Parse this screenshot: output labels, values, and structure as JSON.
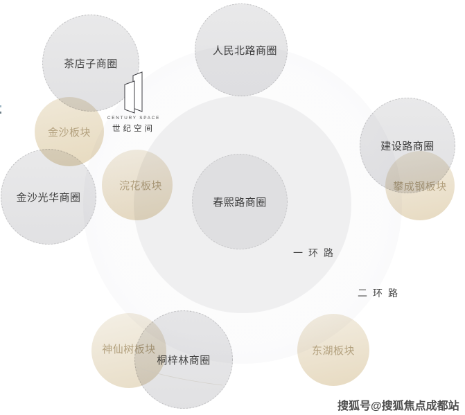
{
  "logo": {
    "icon": "century-space-towers",
    "en": "CENTURY SPACE",
    "cn": "世纪空间"
  },
  "districts": {
    "chadianzi": {
      "label": "茶店子商圈",
      "type": "business"
    },
    "renminbeilu": {
      "label": "人民北路商圈",
      "type": "business"
    },
    "jianshelu": {
      "label": "建设路商圈",
      "type": "business"
    },
    "jinshaguanghua": {
      "label": "金沙光华商圈",
      "type": "business"
    },
    "chunxilu": {
      "label": "春熙路商圈",
      "type": "business"
    },
    "tongzilin": {
      "label": "桐梓林商圈",
      "type": "business"
    },
    "jinsha": {
      "label": "金沙板块",
      "type": "plate"
    },
    "huanhua": {
      "label": "浣花板块",
      "type": "plate"
    },
    "panchenggang": {
      "label": "攀成钢板块",
      "type": "plate"
    },
    "shenxianshu": {
      "label": "神仙树板块",
      "type": "plate"
    },
    "donghu": {
      "label": "东湖板块",
      "type": "plate"
    }
  },
  "rings": {
    "ring1": "一环路",
    "ring2": "二环路"
  },
  "watermark": "搜狐号@搜狐焦点成都站",
  "colors": {
    "district_text": "#3e3e3e",
    "plate_text": "#b3a17e",
    "district_fill": "#e6e6e7",
    "plate_fill": "#e9dec7"
  }
}
